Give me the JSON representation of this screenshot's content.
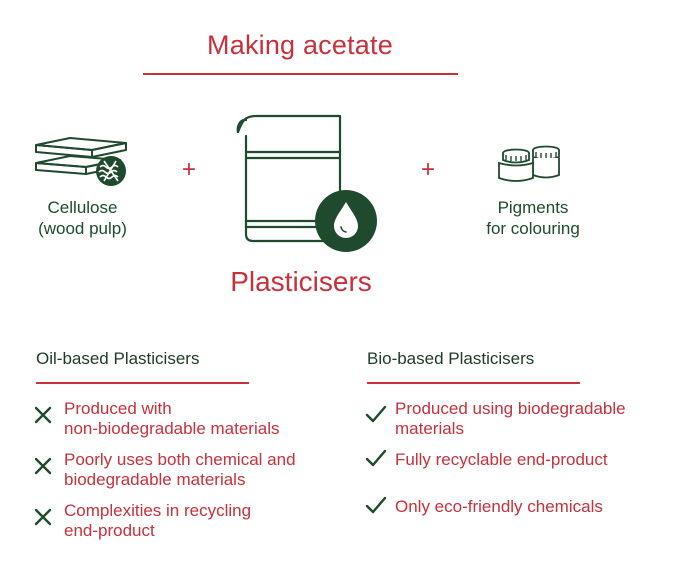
{
  "title": "Making acetate",
  "plus_sign": "+",
  "inputs": {
    "cellulose": {
      "line1": "Cellulose",
      "line2": "(wood pulp)"
    },
    "pigments": {
      "line1": "Pigments",
      "line2": "for colouring"
    },
    "plasticisers": "Plasticisers"
  },
  "colors": {
    "red": "#c8303a",
    "green": "#1f4a2e"
  },
  "oil_based": {
    "heading": "Oil-based Plasticisers",
    "icon": "cross-icon",
    "items": [
      {
        "line1": "Produced with",
        "line2": "non-biodegradable materials"
      },
      {
        "line1": "Poorly uses both chemical and",
        "line2": "biodegradable materials"
      },
      {
        "line1": "Complexities in recycling",
        "line2": "end-product"
      }
    ]
  },
  "bio_based": {
    "heading": "Bio-based Plasticisers",
    "icon": "check-icon",
    "items": [
      {
        "line1": "Produced using biodegradable",
        "line2": "materials"
      },
      {
        "line1": "Fully recyclable end-product",
        "line2": ""
      },
      {
        "line1": "Only eco-friendly chemicals",
        "line2": ""
      }
    ]
  }
}
